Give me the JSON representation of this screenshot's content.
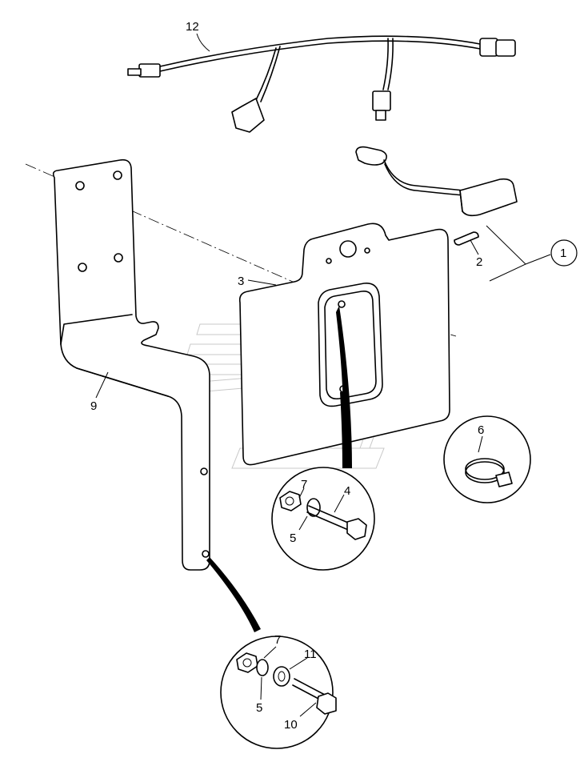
{
  "diagram": {
    "callouts": {
      "c1": "1",
      "c2": "2",
      "c3": "3",
      "c4": "4",
      "c5a": "5",
      "c5b": "5",
      "c6": "6",
      "c7a": "7",
      "c7b": "7",
      "c9": "9",
      "c10": "10",
      "c11": "11",
      "c12": "12"
    }
  }
}
